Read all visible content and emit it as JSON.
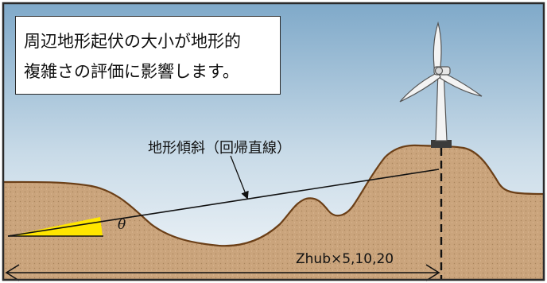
{
  "caption": {
    "line1": "周辺地形起伏の大小が地形的",
    "line2": "複雑さの評価に影響します。"
  },
  "labels": {
    "slope": "地形傾斜（回帰直線）",
    "angle": "θ",
    "distance": "Zhub×5,10,20"
  },
  "colors": {
    "sky_top": "#7fa9c9",
    "sky_bottom": "#f2f6f9",
    "ground": "#caa47c",
    "ground_outline": "#6b3f17",
    "angle_fill": "#ffe600",
    "turbine": "#f3f3f3"
  },
  "icons": {
    "structure": "wind-turbine-icon"
  }
}
